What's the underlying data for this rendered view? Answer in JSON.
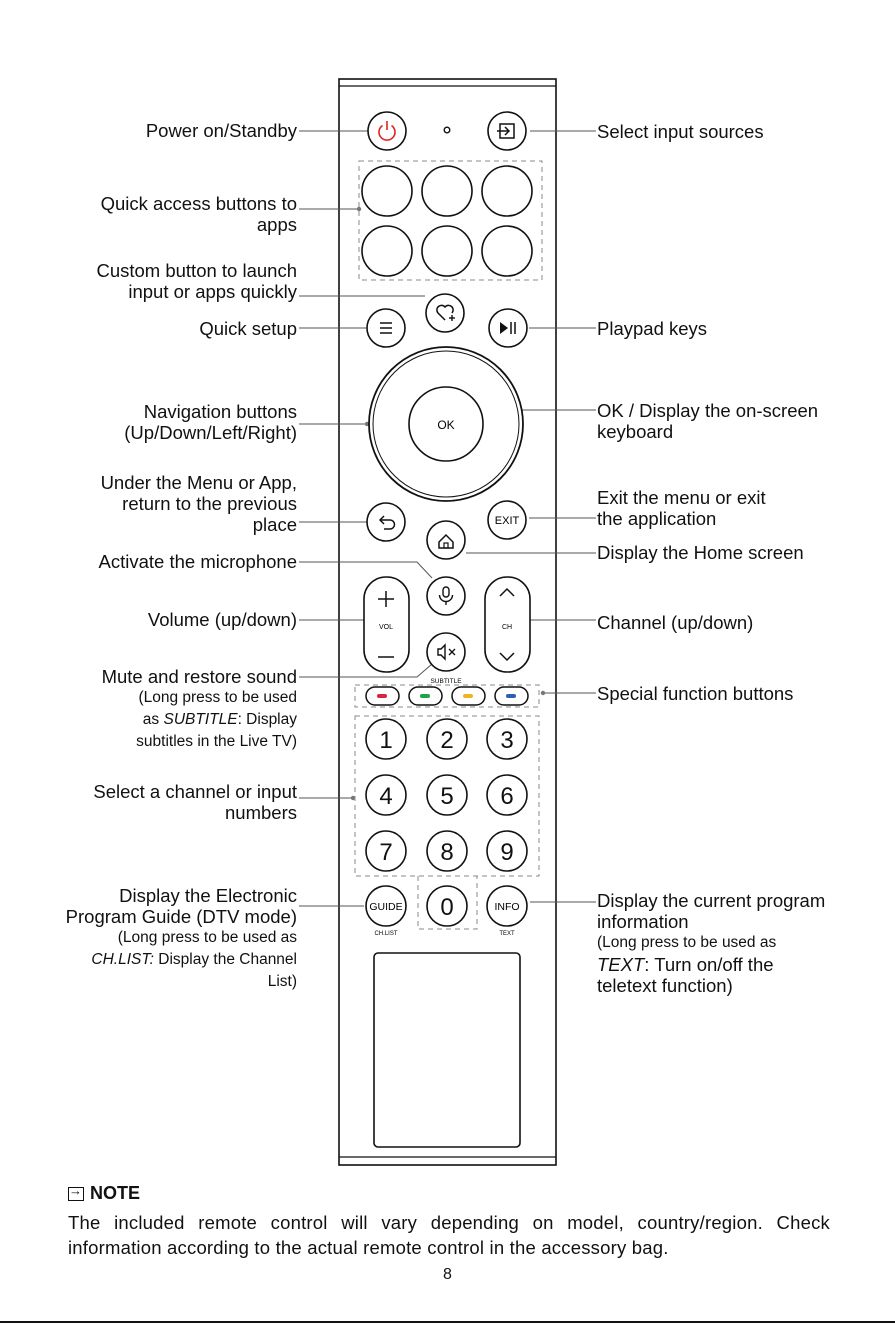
{
  "labels": {
    "power": "Power on/Standby",
    "quick_access_1": "Quick access buttons to",
    "quick_access_2": "apps",
    "custom_1": "Custom button to launch",
    "custom_2": "input or apps quickly",
    "quick_setup": "Quick setup",
    "nav_1": "Navigation buttons",
    "nav_2": "(Up/Down/Left/Right)",
    "back_1": "Under the Menu or App,",
    "back_2": "return to the previous",
    "back_3": "place",
    "mic": "Activate the microphone",
    "volume": "Volume (up/down)",
    "mute_1": "Mute and restore sound",
    "mute_2": "(Long press to be used",
    "mute_3a": "as ",
    "mute_3b": "SUBTITLE",
    "mute_3c": ": Display",
    "mute_4": "subtitles in the Live TV)",
    "numbers_1": "Select a channel or input",
    "numbers_2": "numbers",
    "guide_1": "Display the Electronic",
    "guide_2": "Program Guide (DTV mode)",
    "guide_3": "(Long press to be used as",
    "guide_4a": "CH.LIST:",
    "guide_4b": " Display the Channel",
    "guide_5": "List)",
    "input_sources": "Select input sources",
    "playpad": "Playpad keys",
    "ok_1": "OK / Display the on-screen",
    "ok_2": "keyboard",
    "exit_1": "Exit the menu or exit",
    "exit_2": "the application",
    "home": "Display the Home screen",
    "channel": "Channel (up/down)",
    "special": "Special function buttons",
    "info_1": "Display the current program",
    "info_2": "information",
    "info_3": "(Long press to be used as",
    "info_4a": "TEXT",
    "info_4b": ": Turn on/off the",
    "info_5": "teletext function)"
  },
  "remote": {
    "ok": "OK",
    "exit": "EXIT",
    "vol": "VOL",
    "ch": "CH",
    "subtitle": "SUBTITLE",
    "guide": "GUIDE",
    "info": "INFO",
    "ch_list": "CH.LIST",
    "text": "TEXT",
    "digits": [
      "1",
      "2",
      "3",
      "4",
      "5",
      "6",
      "7",
      "8",
      "9",
      "0"
    ]
  },
  "colors": {
    "power": "#e0231e",
    "red": "#d7263d",
    "green": "#1fa24a",
    "yellow": "#f0b323",
    "blue": "#2f5fb3"
  },
  "note": {
    "heading": "NOTE",
    "text": "The included remote control will vary depending on model, country/region. Check information according to the actual remote control in the accessory bag."
  },
  "page_number": "8"
}
